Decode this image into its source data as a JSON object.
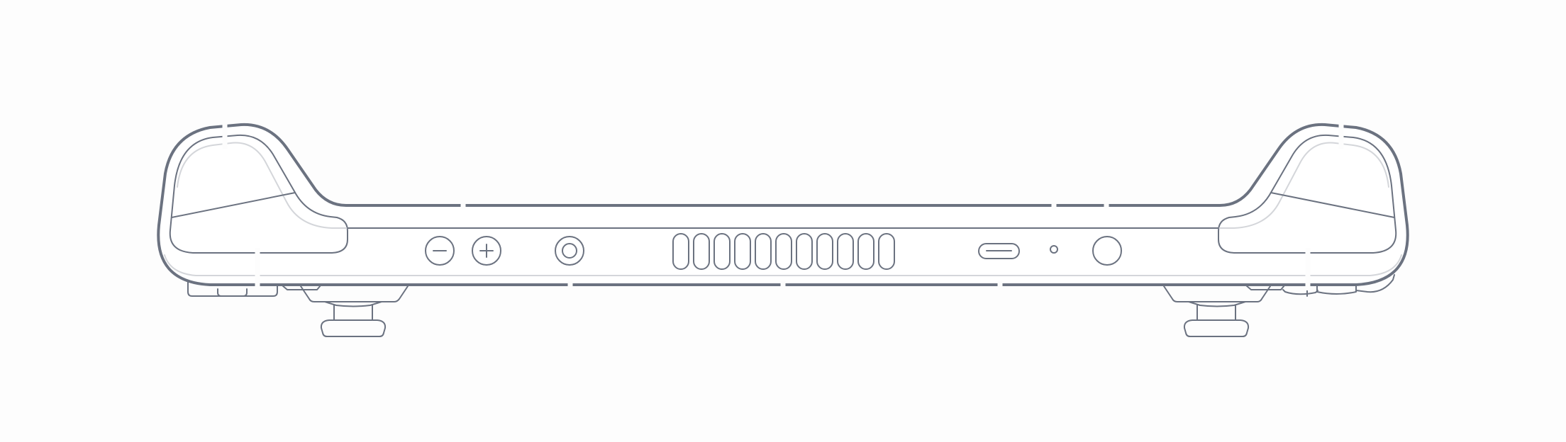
{
  "diagram": {
    "subject": "handheld-console-top-edge-line-drawing",
    "colors": {
      "stroke": "#6b7280",
      "faint_stroke": "#d4d6da",
      "background": "#fdfdfd"
    },
    "components": [
      "minus-button-icon",
      "plus-button-icon",
      "headphone-jack-icon",
      "exhaust-vent",
      "usb-c-port-icon",
      "microphone-hole-icon",
      "power-button-icon",
      "left-shoulder-bumper",
      "right-shoulder-bumper",
      "left-trigger",
      "right-trigger"
    ],
    "vent_slot_count": 11
  }
}
